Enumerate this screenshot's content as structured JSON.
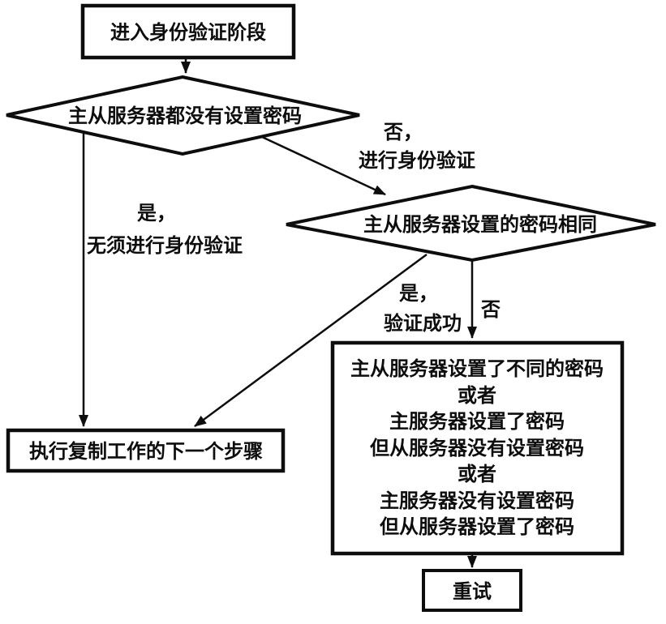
{
  "diagram": {
    "type": "flowchart",
    "language": "zh-CN",
    "topic": "master-slave replication authentication flow",
    "colors": {
      "background": "#ffffff",
      "line": "#0d0d0d",
      "text": "#0d0d0d"
    },
    "nodes": {
      "start": {
        "shape": "rect",
        "label": "进入身份验证阶段"
      },
      "check_no_password": {
        "shape": "diamond",
        "label": "主从服务器都没有设置密码"
      },
      "check_same_password": {
        "shape": "diamond",
        "label": "主从服务器设置的密码相同"
      },
      "next_step": {
        "shape": "rect",
        "label": "执行复制工作的下一个步骤"
      },
      "password_mismatch": {
        "shape": "rect",
        "lines": [
          "主从服务器设置了不同的密码",
          "或者",
          "主服务器设置了密码",
          "但从服务器没有设置密码",
          "或者",
          "主服务器没有设置密码",
          "但从服务器设置了密码"
        ]
      },
      "retry": {
        "shape": "rect",
        "label": "重试"
      }
    },
    "edge_labels": {
      "yes_skip_auth": {
        "line1": "是，",
        "line2": "无须进行身份验证"
      },
      "no_do_auth": {
        "line1": "否，",
        "line2": "进行身份验证"
      },
      "yes_auth_success": {
        "line1": "是，",
        "line2": "验证成功"
      },
      "no_mismatch": "否"
    },
    "edges": [
      {
        "from": "start",
        "to": "check_no_password",
        "label": ""
      },
      {
        "from": "check_no_password",
        "to": "next_step",
        "label": "是，无须进行身份验证"
      },
      {
        "from": "check_no_password",
        "to": "check_same_password",
        "label": "否，进行身份验证"
      },
      {
        "from": "check_same_password",
        "to": "next_step",
        "label": "是，验证成功"
      },
      {
        "from": "check_same_password",
        "to": "password_mismatch",
        "label": "否"
      },
      {
        "from": "password_mismatch",
        "to": "retry",
        "label": ""
      }
    ]
  }
}
